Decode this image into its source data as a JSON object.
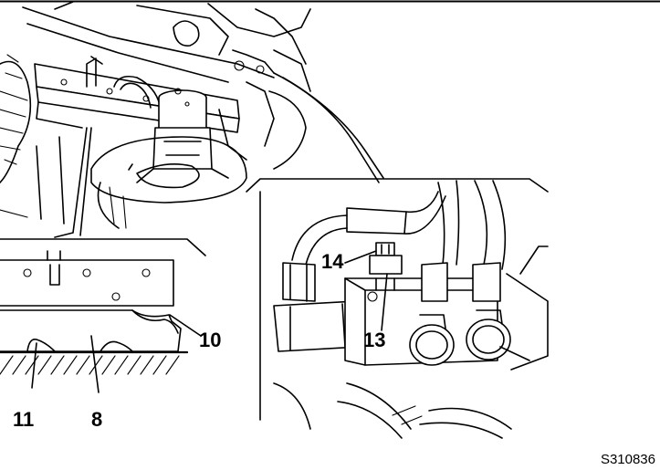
{
  "figure_id": "S310836",
  "callouts": {
    "c8": "8",
    "c10": "10",
    "c11": "11",
    "c13": "13",
    "c14": "14"
  }
}
